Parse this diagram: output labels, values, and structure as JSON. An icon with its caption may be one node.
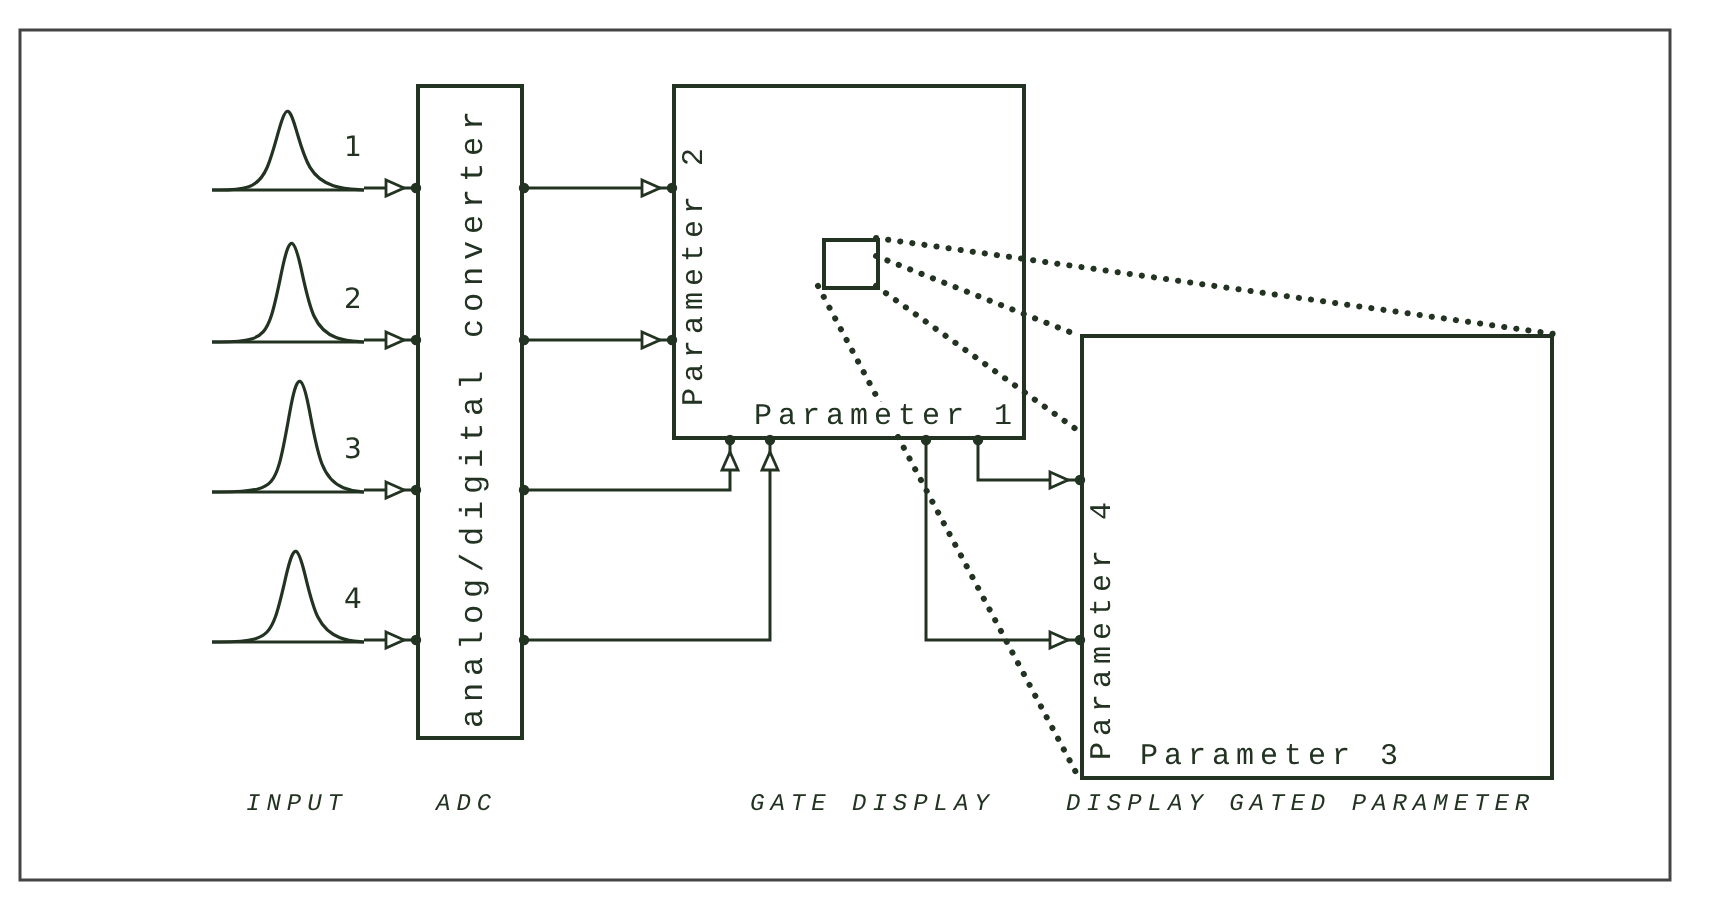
{
  "diagram": {
    "nodes": [
      {
        "text": [
          "analog/digital converter"
        ]
      },
      {
        "text": [
          "Parameter 2",
          "Parameter 1"
        ]
      },
      {
        "text": [],
        "shape": "box",
        "in": 1
      },
      {
        "text": [
          "Parameter 4",
          "Parameter 3"
        ]
      },
      {
        "text": [
          "1"
        ]
      },
      {
        "text": [
          "2"
        ]
      },
      {
        "text": [
          "3"
        ]
      },
      {
        "text": [
          "4"
        ]
      }
    ],
    "edges": [
      {
        "from": 4,
        "to": 0,
        "arrow": "to"
      },
      {
        "from": 5,
        "to": 0,
        "arrow": "to"
      },
      {
        "from": 6,
        "to": 0,
        "arrow": "to"
      },
      {
        "from": 7,
        "to": 0,
        "arrow": "to"
      },
      {
        "from": 0,
        "to": 1,
        "arrow": "to"
      },
      {
        "from": 0,
        "to": 1,
        "arrow": "to"
      },
      {
        "from": 0,
        "to": 1,
        "arrow": "to"
      },
      {
        "from": 0,
        "to": 1,
        "arrow": "to"
      },
      {
        "from": 1,
        "to": 3,
        "arrow": "to"
      },
      {
        "from": 1,
        "to": 3,
        "arrow": "to"
      },
      {
        "from": 2,
        "to": 3,
        "arrow": "none",
        "style": "dashed"
      },
      {
        "from": 2,
        "to": 3,
        "arrow": "none",
        "style": "dashed"
      },
      {
        "from": 2,
        "to": 3,
        "arrow": "none",
        "style": "dashed"
      },
      {
        "from": 2,
        "to": 3,
        "arrow": "none",
        "style": "dashed"
      }
    ],
    "labels": [
      "INPUT",
      "ADC",
      "GATE DISPLAY",
      "DISPLAY GATED PARAMETER"
    ]
  }
}
